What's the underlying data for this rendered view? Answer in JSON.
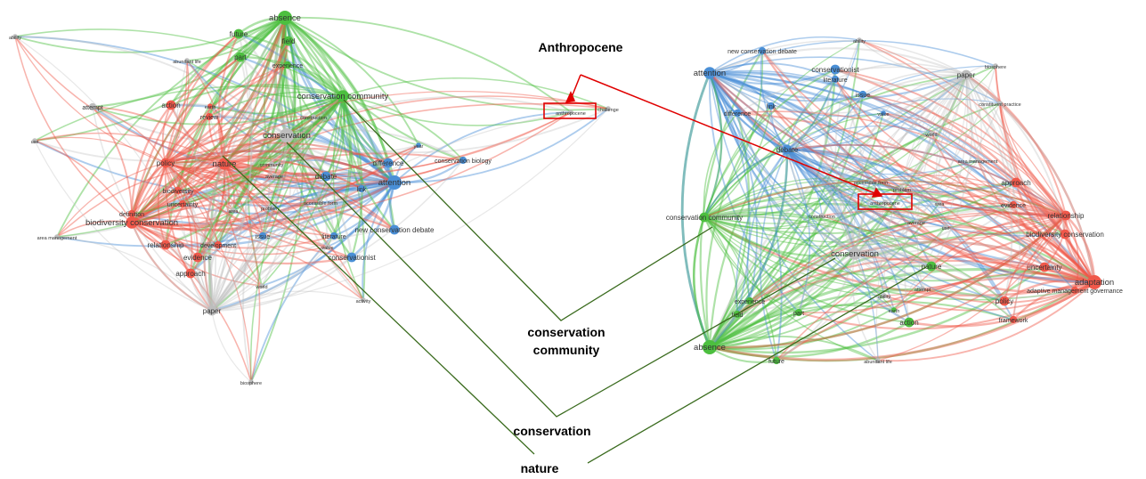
{
  "colors": {
    "red": "#f0584a",
    "green": "#4cbf3f",
    "blue": "#4a8fd6",
    "grey": "#bdbdbd",
    "callout_line": "#3a6b1e",
    "highlight_box": "#e00000",
    "highlight_arrow": "#e00000"
  },
  "callouts": {
    "anthropocene": "Anthropocene",
    "conservation_community_line1": "conservation",
    "conservation_community_line2": "community",
    "conservation": "conservation",
    "nature": "nature"
  },
  "network_left": {
    "nodes": [
      {
        "id": "ability",
        "label": "ability",
        "cluster": "grey",
        "weight": 1
      },
      {
        "id": "absence",
        "label": "absence",
        "cluster": "green",
        "weight": 5
      },
      {
        "id": "future",
        "label": "future",
        "cluster": "green",
        "weight": 3
      },
      {
        "id": "field",
        "label": "field",
        "cluster": "green",
        "weight": 3
      },
      {
        "id": "part",
        "label": "part",
        "cluster": "green",
        "weight": 3
      },
      {
        "id": "abundant_life",
        "label": "abundant life",
        "cluster": "grey",
        "weight": 1
      },
      {
        "id": "experience",
        "label": "experience",
        "cluster": "green",
        "weight": 2
      },
      {
        "id": "attempt",
        "label": "attempt",
        "cluster": "grey",
        "weight": 2
      },
      {
        "id": "action",
        "label": "action",
        "cluster": "red",
        "weight": 3
      },
      {
        "id": "earth",
        "label": "earth",
        "cluster": "red",
        "weight": 1
      },
      {
        "id": "review",
        "label": "review",
        "cluster": "red",
        "weight": 2
      },
      {
        "id": "conservation_community",
        "label": "conservation community",
        "cluster": "green",
        "weight": 4
      },
      {
        "id": "construction",
        "label": "construction",
        "cluster": "grey",
        "weight": 1
      },
      {
        "id": "anthropocene",
        "label": "anthropocene",
        "cluster": "grey",
        "weight": 1
      },
      {
        "id": "challenge",
        "label": "challenge",
        "cluster": "grey",
        "weight": 1
      },
      {
        "id": "use",
        "label": "use",
        "cluster": "grey",
        "weight": 1
      },
      {
        "id": "conservation",
        "label": "conservation",
        "cluster": "grey",
        "weight": 5
      },
      {
        "id": "year",
        "label": "year",
        "cluster": "blue",
        "weight": 1
      },
      {
        "id": "policy",
        "label": "policy",
        "cluster": "red",
        "weight": 3
      },
      {
        "id": "nature",
        "label": "nature",
        "cluster": "red",
        "weight": 4
      },
      {
        "id": "community",
        "label": "community",
        "cluster": "grey",
        "weight": 1
      },
      {
        "id": "difference",
        "label": "difference",
        "cluster": "blue",
        "weight": 3
      },
      {
        "id": "conservation_biology",
        "label": "conservation biology",
        "cluster": "blue",
        "weight": 2
      },
      {
        "id": "average",
        "label": "average",
        "cluster": "grey",
        "weight": 1
      },
      {
        "id": "debate",
        "label": "debate",
        "cluster": "blue",
        "weight": 3
      },
      {
        "id": "attention",
        "label": "attention",
        "cluster": "blue",
        "weight": 5
      },
      {
        "id": "biodiversity",
        "label": "biodiversity",
        "cluster": "red",
        "weight": 2
      },
      {
        "id": "link",
        "label": "link",
        "cluster": "blue",
        "weight": 2
      },
      {
        "id": "uncertainty",
        "label": "uncertainty",
        "cluster": "red",
        "weight": 2
      },
      {
        "id": "area",
        "label": "area",
        "cluster": "grey",
        "weight": 1
      },
      {
        "id": "accessible_form",
        "label": "accessible form",
        "cluster": "grey",
        "weight": 1
      },
      {
        "id": "problem",
        "label": "problem",
        "cluster": "grey",
        "weight": 1
      },
      {
        "id": "definition",
        "label": "definition",
        "cluster": "red",
        "weight": 2
      },
      {
        "id": "biodiversity_conservation",
        "label": "biodiversity conservation",
        "cluster": "red",
        "weight": 4
      },
      {
        "id": "area_management",
        "label": "area management",
        "cluster": "grey",
        "weight": 1
      },
      {
        "id": "issue",
        "label": "issue",
        "cluster": "blue",
        "weight": 2
      },
      {
        "id": "literature",
        "label": "literature",
        "cluster": "blue",
        "weight": 2
      },
      {
        "id": "new_conservation_debate",
        "label": "new conservation debate",
        "cluster": "blue",
        "weight": 3
      },
      {
        "id": "relationship",
        "label": "relationship",
        "cluster": "red",
        "weight": 3
      },
      {
        "id": "development",
        "label": "development",
        "cluster": "red",
        "weight": 2
      },
      {
        "id": "value",
        "label": "value",
        "cluster": "grey",
        "weight": 1
      },
      {
        "id": "evidence",
        "label": "evidence",
        "cluster": "red",
        "weight": 3
      },
      {
        "id": "conservationist",
        "label": "conservationist",
        "cluster": "blue",
        "weight": 3
      },
      {
        "id": "approach",
        "label": "approach",
        "cluster": "red",
        "weight": 3
      },
      {
        "id": "world",
        "label": "world",
        "cluster": "grey",
        "weight": 1
      },
      {
        "id": "activity",
        "label": "activity",
        "cluster": "grey",
        "weight": 1
      },
      {
        "id": "paper",
        "label": "paper",
        "cluster": "grey",
        "weight": 3
      },
      {
        "id": "biosphere",
        "label": "biosphere",
        "cluster": "grey",
        "weight": 1
      }
    ]
  },
  "network_right": {
    "nodes": [
      {
        "id": "new_conservation_debate",
        "label": "new conservation debate",
        "cluster": "blue",
        "weight": 2
      },
      {
        "id": "ability",
        "label": "ability",
        "cluster": "grey",
        "weight": 1
      },
      {
        "id": "attention",
        "label": "attention",
        "cluster": "blue",
        "weight": 4
      },
      {
        "id": "conservationist",
        "label": "conservationist",
        "cluster": "blue",
        "weight": 3
      },
      {
        "id": "literature",
        "label": "literature",
        "cluster": "blue",
        "weight": 2
      },
      {
        "id": "paper",
        "label": "paper",
        "cluster": "grey",
        "weight": 3
      },
      {
        "id": "biosphere",
        "label": "biosphere",
        "cluster": "grey",
        "weight": 1
      },
      {
        "id": "issue",
        "label": "issue",
        "cluster": "blue",
        "weight": 2
      },
      {
        "id": "link",
        "label": "link",
        "cluster": "blue",
        "weight": 2
      },
      {
        "id": "value",
        "label": "value",
        "cluster": "blue",
        "weight": 1
      },
      {
        "id": "constituent_practice",
        "label": "constituent practice",
        "cluster": "grey",
        "weight": 1
      },
      {
        "id": "difference",
        "label": "difference",
        "cluster": "blue",
        "weight": 2
      },
      {
        "id": "world",
        "label": "world",
        "cluster": "grey",
        "weight": 1
      },
      {
        "id": "debate",
        "label": "debate",
        "cluster": "blue",
        "weight": 3
      },
      {
        "id": "area_management",
        "label": "area management",
        "cluster": "grey",
        "weight": 1
      },
      {
        "id": "accessible_form",
        "label": "accessible form",
        "cluster": "grey",
        "weight": 1
      },
      {
        "id": "approach",
        "label": "approach",
        "cluster": "red",
        "weight": 3
      },
      {
        "id": "problem",
        "label": "problem",
        "cluster": "grey",
        "weight": 1
      },
      {
        "id": "anthropocene",
        "label": "anthropocene",
        "cluster": "grey",
        "weight": 1
      },
      {
        "id": "area",
        "label": "area",
        "cluster": "grey",
        "weight": 1
      },
      {
        "id": "evidence",
        "label": "evidence",
        "cluster": "red",
        "weight": 2
      },
      {
        "id": "relationship",
        "label": "relationship",
        "cluster": "red",
        "weight": 3
      },
      {
        "id": "conservation_community",
        "label": "conservation community",
        "cluster": "green",
        "weight": 3
      },
      {
        "id": "construction",
        "label": "construction",
        "cluster": "grey",
        "weight": 1
      },
      {
        "id": "average",
        "label": "average",
        "cluster": "grey",
        "weight": 1
      },
      {
        "id": "use",
        "label": "use",
        "cluster": "grey",
        "weight": 1
      },
      {
        "id": "biodiversity_conservation",
        "label": "biodiversity conservation",
        "cluster": "red",
        "weight": 3
      },
      {
        "id": "conservation",
        "label": "conservation",
        "cluster": "grey",
        "weight": 4
      },
      {
        "id": "nature",
        "label": "nature",
        "cluster": "green",
        "weight": 3
      },
      {
        "id": "uncertainty",
        "label": "uncertainty",
        "cluster": "red",
        "weight": 3
      },
      {
        "id": "adaptation",
        "label": "adaptation",
        "cluster": "red",
        "weight": 5
      },
      {
        "id": "adaptive_management_governance",
        "label": "adaptive management governance",
        "cluster": "red",
        "weight": 2
      },
      {
        "id": "experience",
        "label": "experience",
        "cluster": "green",
        "weight": 2
      },
      {
        "id": "attempt",
        "label": "attempt",
        "cluster": "grey",
        "weight": 1
      },
      {
        "id": "field",
        "label": "field",
        "cluster": "green",
        "weight": 2
      },
      {
        "id": "part",
        "label": "part",
        "cluster": "green",
        "weight": 2
      },
      {
        "id": "policy",
        "label": "policy",
        "cluster": "red",
        "weight": 3
      },
      {
        "id": "ability2",
        "label": "ability",
        "cluster": "grey",
        "weight": 1
      },
      {
        "id": "earth",
        "label": "earth",
        "cluster": "green",
        "weight": 1
      },
      {
        "id": "action",
        "label": "action",
        "cluster": "green",
        "weight": 3
      },
      {
        "id": "framework",
        "label": "framework",
        "cluster": "red",
        "weight": 2
      },
      {
        "id": "absence",
        "label": "absence",
        "cluster": "green",
        "weight": 5
      },
      {
        "id": "future",
        "label": "future",
        "cluster": "green",
        "weight": 2
      },
      {
        "id": "abundant_life",
        "label": "abundant life",
        "cluster": "grey",
        "weight": 1
      }
    ]
  }
}
